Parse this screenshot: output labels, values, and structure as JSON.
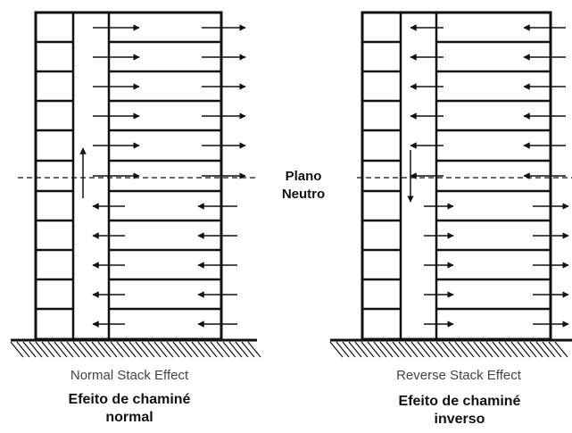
{
  "diagrams": [
    {
      "caption_en": "Normal Stack Effect",
      "caption_pt_1": "Efeito de chaminé",
      "caption_pt_2": "normal"
    },
    {
      "caption_en": "Reverse Stack Effect",
      "caption_pt_1": "Efeito de chaminé",
      "caption_pt_2": "inverso"
    }
  ],
  "neutral_plane": {
    "line1": "Plano",
    "line2": "Neutro"
  },
  "colors": {
    "ink": "#111111",
    "background": "#ffffff"
  }
}
